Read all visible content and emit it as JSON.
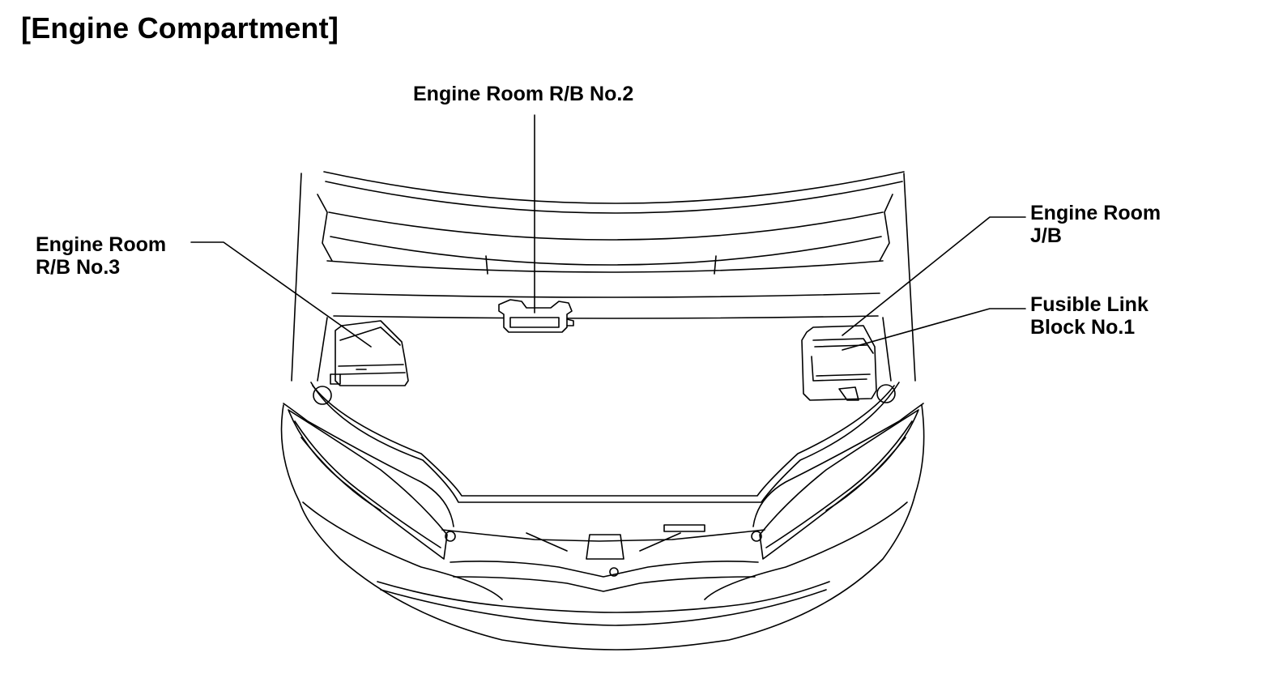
{
  "page": {
    "title": "[Engine Compartment]"
  },
  "callouts": {
    "rb2": {
      "line1": "Engine Room R/B No.2"
    },
    "rb3": {
      "line1": "Engine Room",
      "line2": "R/B No.3"
    },
    "jb": {
      "line1": "Engine Room",
      "line2": "J/B"
    },
    "fusible": {
      "line1": "Fusible Link",
      "line2": "Block No.1"
    }
  }
}
